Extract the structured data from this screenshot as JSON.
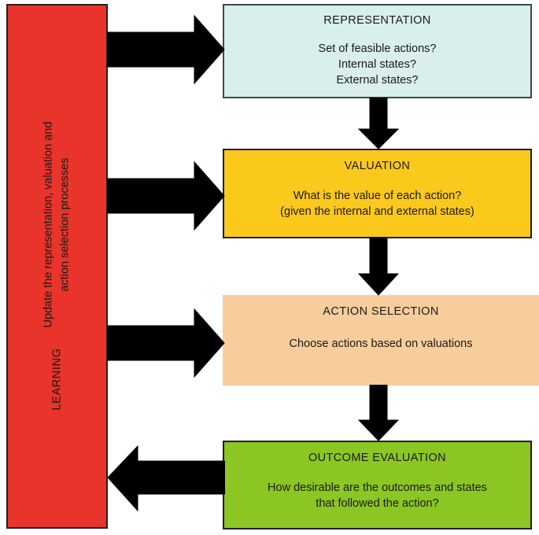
{
  "diagram": {
    "title": "Decision-making process loop",
    "colors": {
      "learning": "#E8342A",
      "representation": "#D9EFEC",
      "valuation": "#FBC91C",
      "action_selection": "#F8CD9C",
      "outcome_evaluation": "#8CC623",
      "arrow": "#000000",
      "text": "#1a1a1a"
    },
    "learning_panel": {
      "title": "LEARNING",
      "subtitle_line1": "Update the representation, valuation and",
      "subtitle_line2": "action selection processes"
    },
    "stages": [
      {
        "id": "representation",
        "title": "REPRESENTATION",
        "lines": [
          "Set of feasible actions?",
          "Internal states?",
          "External states?"
        ]
      },
      {
        "id": "valuation",
        "title": "VALUATION",
        "lines": [
          "What is the value of each action?",
          "(given the internal and external states)"
        ]
      },
      {
        "id": "action_selection",
        "title": "ACTION SELECTION",
        "lines": [
          "Choose actions based on valuations"
        ]
      },
      {
        "id": "outcome_evaluation",
        "title": "OUTCOME EVALUATION",
        "lines": [
          "How desirable are the outcomes and states",
          "that followed the action?"
        ]
      }
    ],
    "arrows": [
      {
        "id": "learning-to-representation",
        "direction": "right"
      },
      {
        "id": "learning-to-valuation",
        "direction": "right"
      },
      {
        "id": "learning-to-action-selection",
        "direction": "right"
      },
      {
        "id": "representation-to-valuation",
        "direction": "down"
      },
      {
        "id": "valuation-to-action-selection",
        "direction": "down"
      },
      {
        "id": "action-selection-to-outcome-evaluation",
        "direction": "down"
      },
      {
        "id": "outcome-evaluation-to-learning",
        "direction": "left"
      }
    ]
  }
}
